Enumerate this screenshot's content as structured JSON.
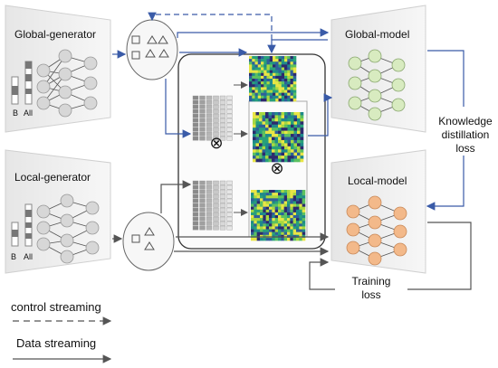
{
  "labels": {
    "global_generator": "Global-generator",
    "local_generator": "Local-generator",
    "global_model": "Global-model",
    "local_model": "Local-model",
    "kd_loss_line1": "Knowledge",
    "kd_loss_line2": "distillation",
    "kd_loss_line3": "loss",
    "training_loss_line1": "Training",
    "training_loss_line2": "loss",
    "bar_b": "B",
    "bar_all": "All"
  },
  "legend": {
    "control": "control streaming",
    "data": "Data streaming"
  },
  "symbols": {
    "multiply": "⊗"
  },
  "colors": {
    "blue_arrow": "#3a5ba8",
    "gray_arrow": "#555555",
    "node_gray": "#d7d7d7",
    "node_green": "#d8ebc0",
    "node_orange": "#f3b98a",
    "panel_fill": "#f1f1f1",
    "heatmap_base": "#1f6f8b"
  }
}
